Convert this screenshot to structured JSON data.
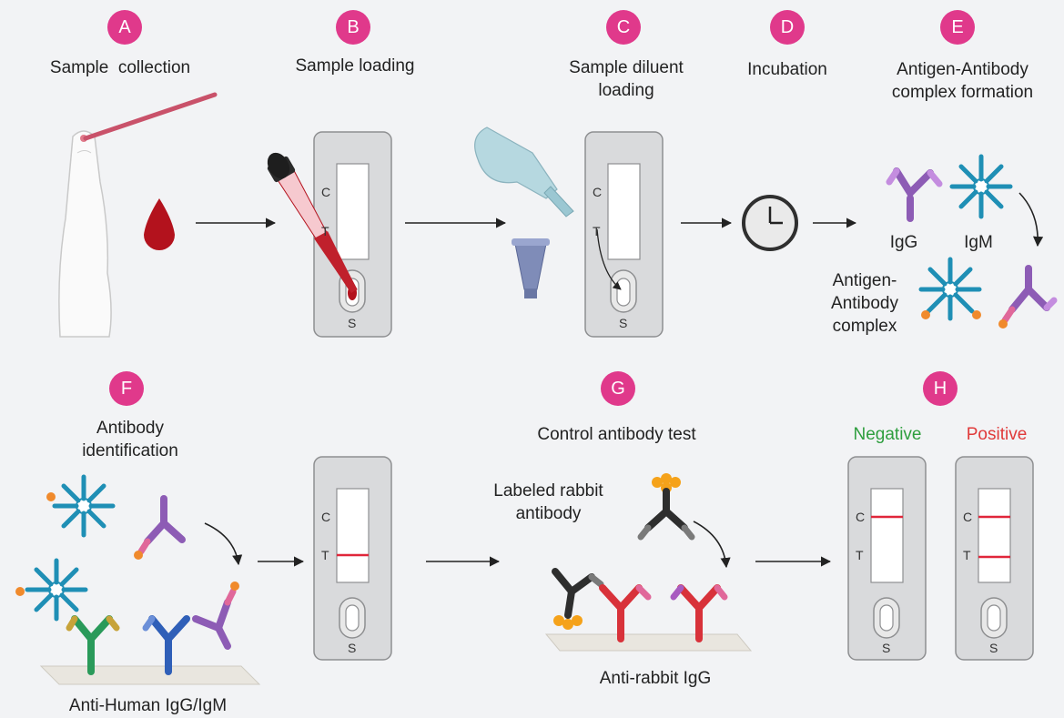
{
  "steps": [
    {
      "letter": "A",
      "title": "Sample  collection"
    },
    {
      "letter": "B",
      "title": "Sample loading"
    },
    {
      "letter": "C",
      "title": "Sample diluent\nloading"
    },
    {
      "letter": "D",
      "title": "Incubation"
    },
    {
      "letter": "E",
      "title": "Antigen-Antibody\ncomplex formation"
    },
    {
      "letter": "F",
      "title": "Antibody\nidentification"
    },
    {
      "letter": "G",
      "title": "Control antibody test"
    },
    {
      "letter": "H",
      "title": ""
    }
  ],
  "labels": {
    "igg": "IgG",
    "igm": "IgM",
    "complex": "Antigen-\nAntibody\ncomplex",
    "anti_human": "Anti-Human IgG/IgM",
    "labeled_rabbit": "Labeled rabbit\nantibody",
    "anti_rabbit": "Anti-rabbit IgG",
    "negative": "Negative",
    "positive": "Positive"
  },
  "cassette": {
    "control": "C",
    "test": "T",
    "sample": "S"
  },
  "colors": {
    "badge": "#e0398b",
    "negative": "#2e9e3e",
    "positive": "#e03a3a",
    "blood": "#b3121d",
    "line": "#e0263a"
  }
}
